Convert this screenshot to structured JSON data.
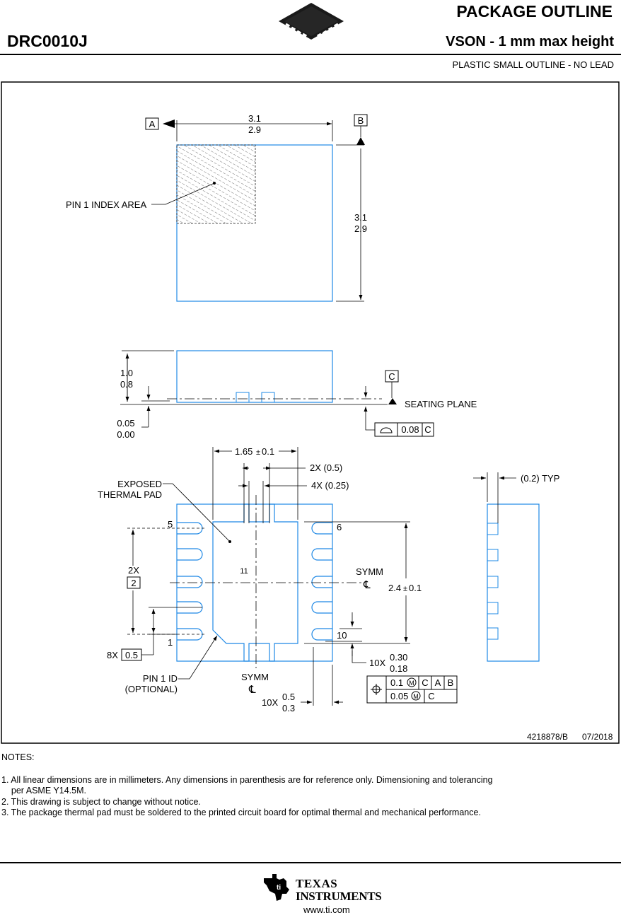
{
  "header": {
    "part_number": "DRC0010J",
    "title": "PACKAGE OUTLINE",
    "subtitle": "VSON - 1 mm max height",
    "description": "PLASTIC SMALL OUTLINE - NO LEAD"
  },
  "drawing": {
    "top_view": {
      "datum_a": "A",
      "datum_b": "B",
      "width_max": "3.1",
      "width_min": "2.9",
      "length_max": "3.1",
      "length_min": "2.9",
      "pin1_index_label": "PIN 1 INDEX AREA"
    },
    "side_view": {
      "height_max": "1.0",
      "height_min": "0.8",
      "standoff_max": "0.05",
      "standoff_min": "0.00",
      "datum_c": "C",
      "seating_plane": "SEATING PLANE",
      "flatness_value": "0.08",
      "flatness_datum": "C"
    },
    "bottom_view": {
      "pad_width": "1.65",
      "pm_symbol": "±",
      "pad_width_tol": "0.1",
      "tab_pitch": "2X (0.5)",
      "tab_width": "4X (0.25)",
      "exposed_pad_line1": "EXPOSED",
      "exposed_pad_line2": "THERMAL PAD",
      "pin_5": "5",
      "pin_6": "6",
      "pin_1": "1",
      "pin_10": "10",
      "pad_number": "11",
      "span_count": "2X",
      "span_value": "2",
      "symm": "SYMM",
      "cl_symbol": "℄",
      "pad_length": "2.4",
      "pad_length_tol": "0.1",
      "pitch_count": "8X",
      "pitch_value": "0.5",
      "lead_width_count": "10X",
      "lead_width_max": "0.30",
      "lead_width_min": "0.18",
      "lead_length_count": "10X",
      "lead_length_max": "0.5",
      "lead_length_min": "0.3",
      "pin1_id_line1": "PIN 1 ID",
      "pin1_id_line2": "(OPTIONAL)",
      "position_tol_1": "0.1",
      "position_tol_2": "0.05",
      "datum_ref_c": "C",
      "datum_ref_a": "A",
      "datum_ref_b": "B",
      "datum_ref_c2": "C"
    },
    "end_view": {
      "typ_label": "(0.2) TYP"
    },
    "drawing_number": "4218878/B",
    "drawing_date": "07/2018"
  },
  "notes": {
    "heading": "NOTES:",
    "items": [
      "1. All linear dimensions are in millimeters. Any dimensions in parenthesis are for reference only. Dimensioning and tolerancing",
      "    per ASME Y14.5M.",
      "2. This drawing is subject to change without notice.",
      "3. The package thermal pad must be soldered to the printed circuit board for optimal thermal and mechanical performance."
    ]
  },
  "footer": {
    "logo_line1": "TEXAS",
    "logo_line2": "INSTRUMENTS",
    "url": "www.ti.com"
  },
  "colors": {
    "outline_blue": "#1e88e5",
    "ink": "#000000"
  }
}
